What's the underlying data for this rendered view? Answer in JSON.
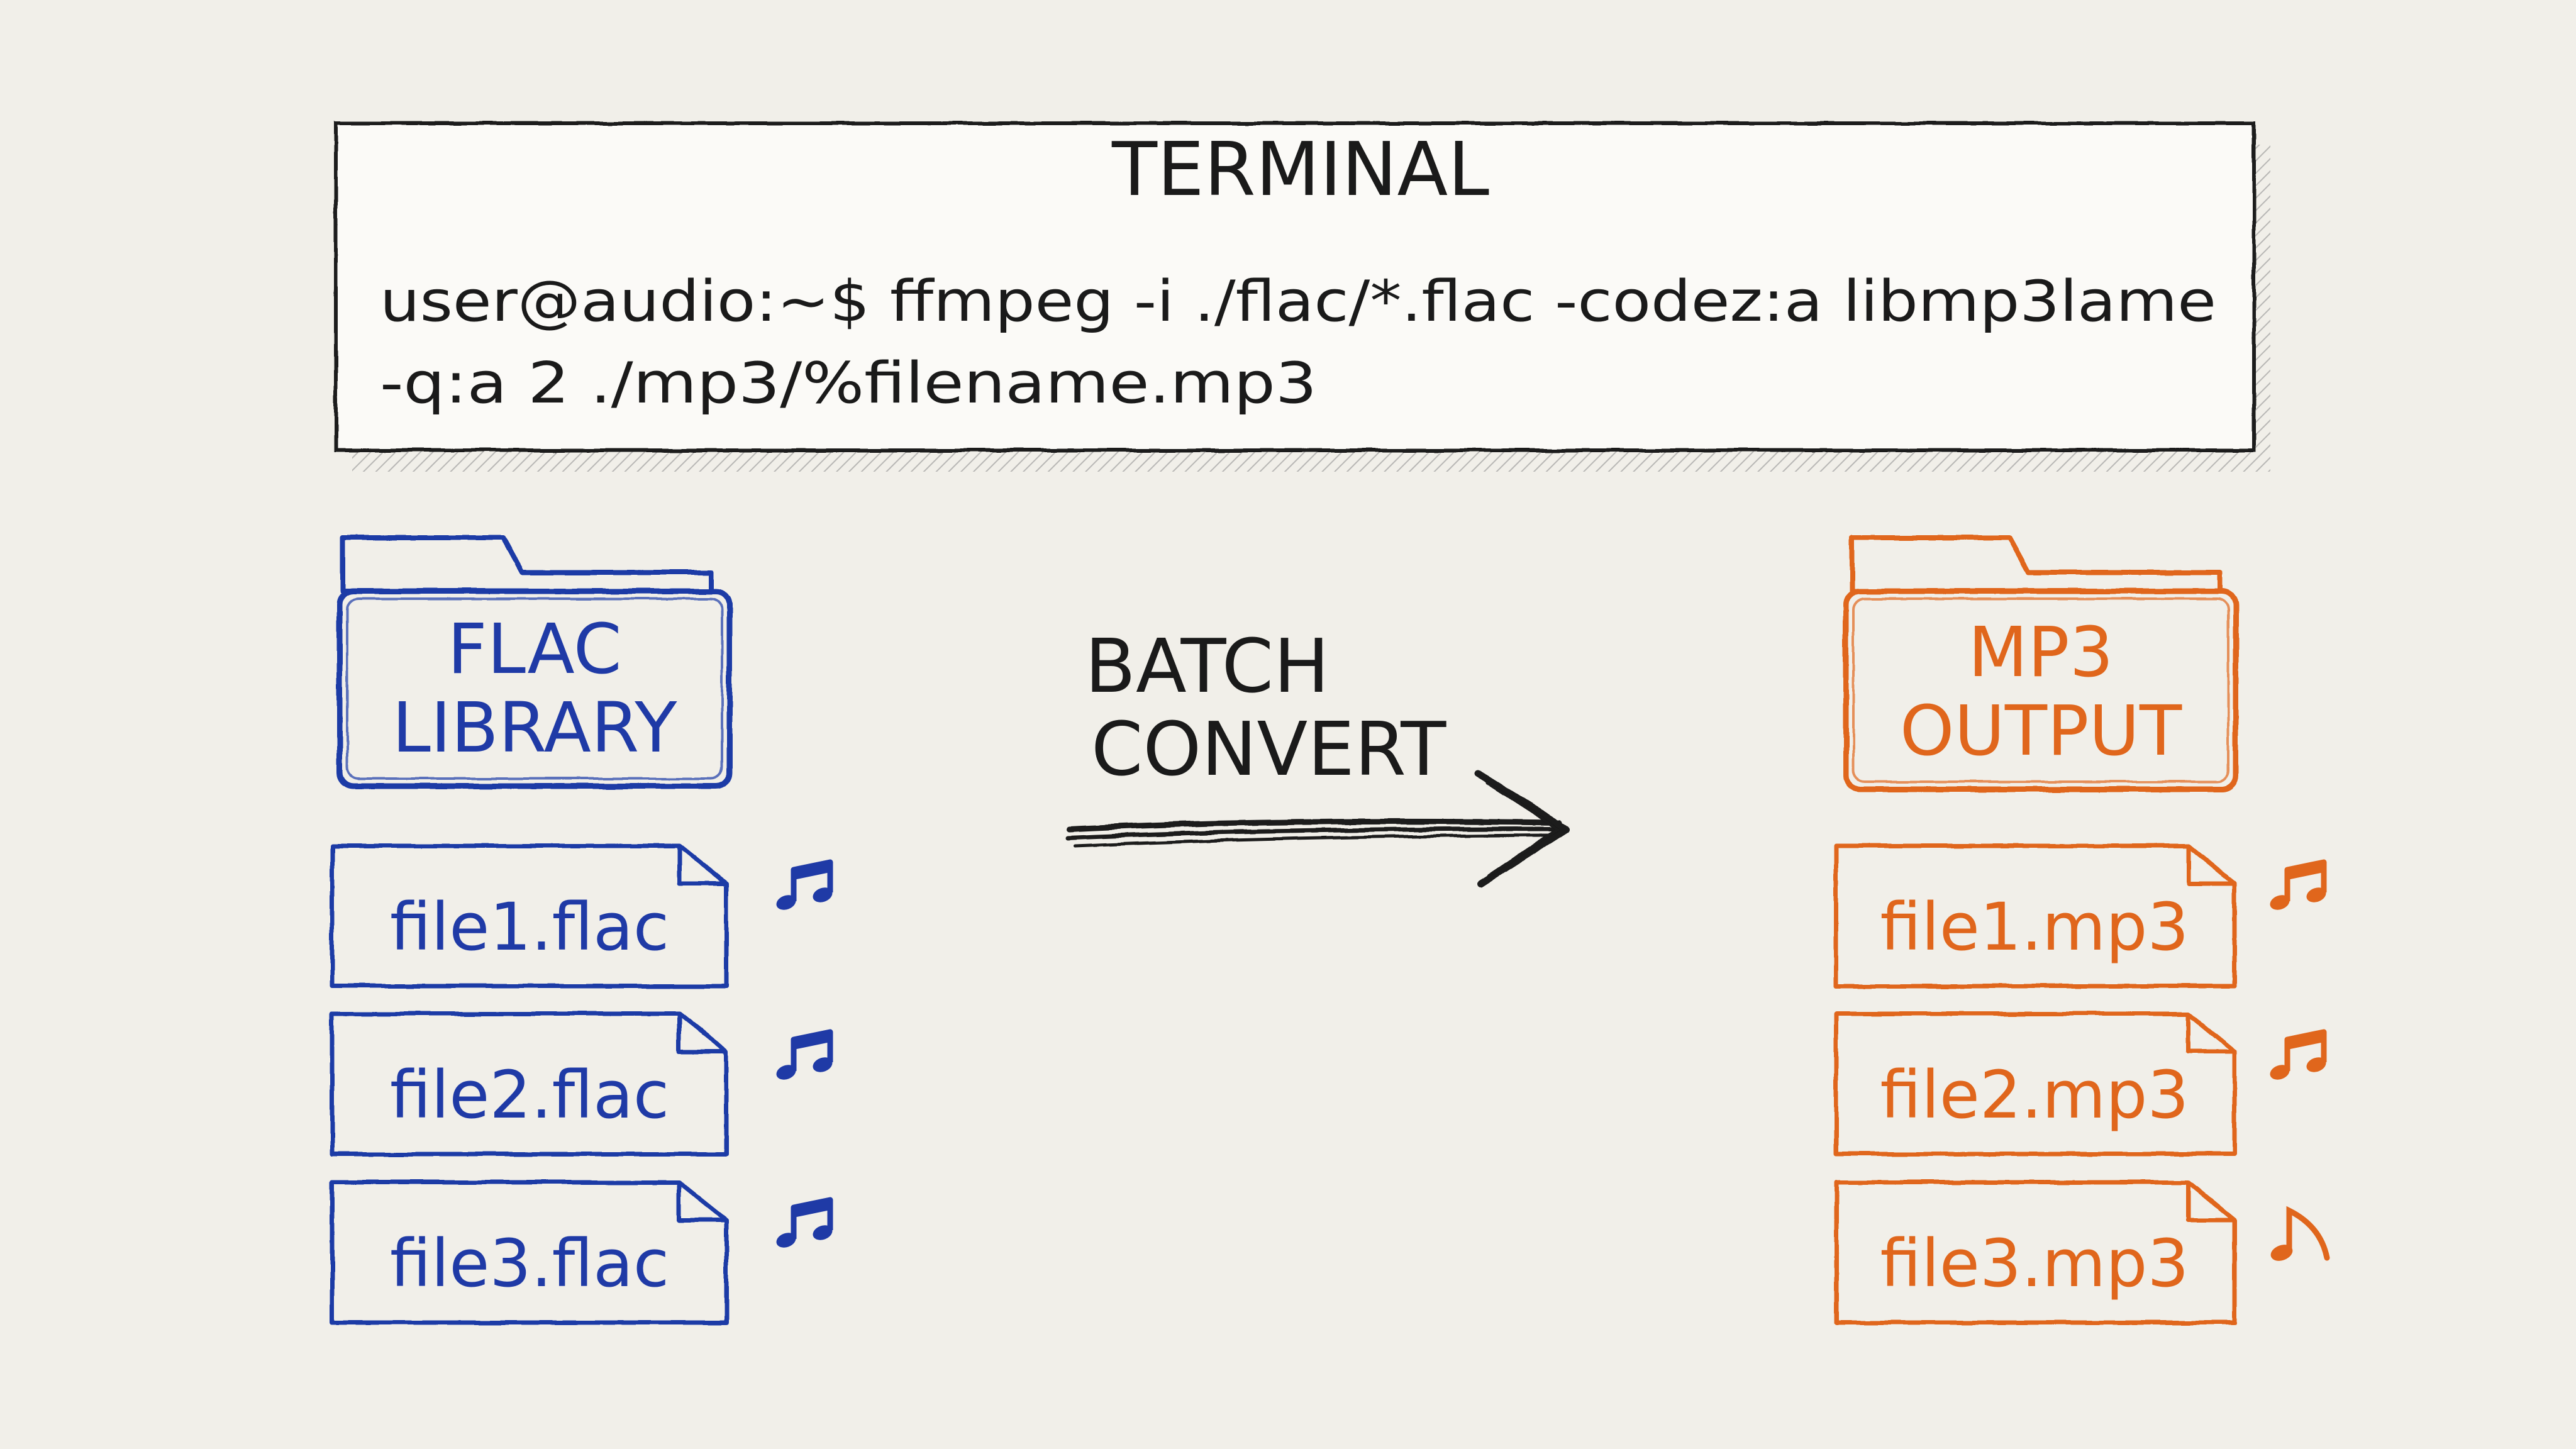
{
  "terminal": {
    "title": "TERMINAL",
    "command_line_1": "user@audio:~$ ffmpeg -i ./flac/*.flac -codez:a libmp3lame",
    "command_line_2": "-q:a 2 ./mp3/%filename.mp3"
  },
  "source": {
    "folder_line_1": "FLAC",
    "folder_line_2": "LIBRARY",
    "files": [
      "file1.flac",
      "file2.flac",
      "file3.flac"
    ]
  },
  "action": {
    "line_1": "BATCH",
    "line_2": "CONVERT"
  },
  "output": {
    "folder_line_1": "MP3",
    "folder_line_2": "OUTPUT",
    "files": [
      "file1.mp3",
      "file2.mp3",
      "file3.mp3"
    ]
  },
  "colors": {
    "background": "#f1efe9",
    "ink": "#1a1a1a",
    "flac_blue": "#1f3aa6",
    "mp3_orange": "#e0661c"
  },
  "icons": {
    "terminal": "window-box",
    "folder": "folder-icon",
    "file": "document-icon",
    "note": "music-note-icon",
    "arrow": "arrow-right-icon"
  }
}
